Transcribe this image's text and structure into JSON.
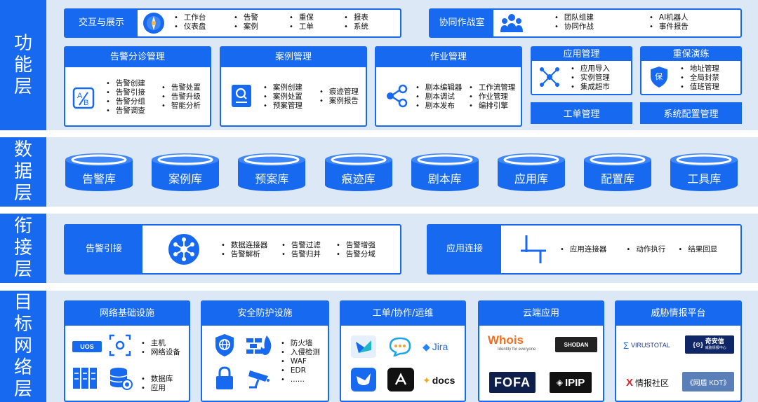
{
  "colors": {
    "primary": "#1769f0",
    "bg": "#dde8f7",
    "white": "#ffffff"
  },
  "layers": {
    "function": [
      "功",
      "能",
      "层"
    ],
    "data": [
      "数",
      "据",
      "层"
    ],
    "connect": [
      "衔",
      "接",
      "层"
    ],
    "target": [
      "目",
      "标",
      "网",
      "络",
      "层"
    ]
  },
  "func": {
    "interact": {
      "title": "交互与展示",
      "icon": "compass-icon",
      "col1": [
        "工作台",
        "仪表盘"
      ],
      "col2": [
        "告警",
        "案例"
      ],
      "col3": [
        "重保",
        "工单"
      ],
      "col4": [
        "报表",
        "系统"
      ]
    },
    "collab": {
      "title": "协同作战室",
      "icon": "team-icon",
      "col1": [
        "团队组建",
        "协同作战"
      ],
      "col2": [
        "AI机器人",
        "事件报告"
      ]
    },
    "alert": {
      "title": "告警分诊管理",
      "icon": "ab-icon",
      "col1": [
        "告警创建",
        "告警引接",
        "告警分组",
        "告警调查"
      ],
      "col2": [
        "告警处置",
        "告警升级",
        "智能分析"
      ]
    },
    "case": {
      "title": "案例管理",
      "icon": "case-search-icon",
      "col1": [
        "案例创建",
        "案例处置",
        "预案管理"
      ],
      "col2": [
        "痕迹管理",
        "案例报告"
      ]
    },
    "job": {
      "title": "作业管理",
      "icon": "workflow-icon",
      "col1": [
        "剧本编辑器",
        "剧本调试",
        "剧本发布"
      ],
      "col2": [
        "工作流管理",
        "作业管理",
        "编排引擎"
      ]
    },
    "app": {
      "title": "应用管理",
      "icon": "network-icon",
      "items": [
        "应用导入",
        "实例管理",
        "集成超市"
      ]
    },
    "guard": {
      "title": "重保演练",
      "icon": "shield-hand-icon",
      "items": [
        "地址管理",
        "全局封禁",
        "值班管理"
      ]
    },
    "ticket": "工单管理",
    "syscfg": "系统配置管理"
  },
  "data_layer": {
    "dbs": [
      "告警库",
      "案例库",
      "预案库",
      "痕迹库",
      "剧本库",
      "应用库",
      "配置库",
      "工具库"
    ]
  },
  "connect": {
    "alert": {
      "title": "告警引接",
      "icon": "hub-icon",
      "col1": [
        "数据连接器",
        "告警解析"
      ],
      "col2": [
        "告警过滤",
        "告警归并"
      ],
      "col3": [
        "告警增强",
        "告警分域"
      ]
    },
    "app": {
      "title": "应用连接",
      "icon": "connector-icon",
      "items": [
        "应用连接器",
        "动作执行",
        "结果回显"
      ]
    }
  },
  "target": {
    "net": {
      "title": "网络基础设施",
      "col1": [
        "主机",
        "网络设备"
      ],
      "col2": [
        "数据库",
        "应用"
      ],
      "logo": "UOS"
    },
    "sec": {
      "title": "安全防护设施",
      "items": [
        "防火墙",
        "入侵检测",
        "WAF",
        "EDR",
        "......"
      ]
    },
    "ticket": {
      "title": "工单/协作/运维",
      "jira": "Jira",
      "docs": "docs"
    },
    "cloud": {
      "title": "云端应用",
      "whois": "Whois",
      "whois_sub": "Identity for everyone",
      "shodan": "SHODAN",
      "fofa": "FOFA",
      "ipip": "IPIP"
    },
    "intel": {
      "title": "威胁情报平台",
      "vt": "VIRUSTOTAL",
      "qax": "奇安信",
      "qax_sub": "威胁情报中心",
      "xbox": "情报社区",
      "kdt": "《网盾 KDT》"
    }
  }
}
